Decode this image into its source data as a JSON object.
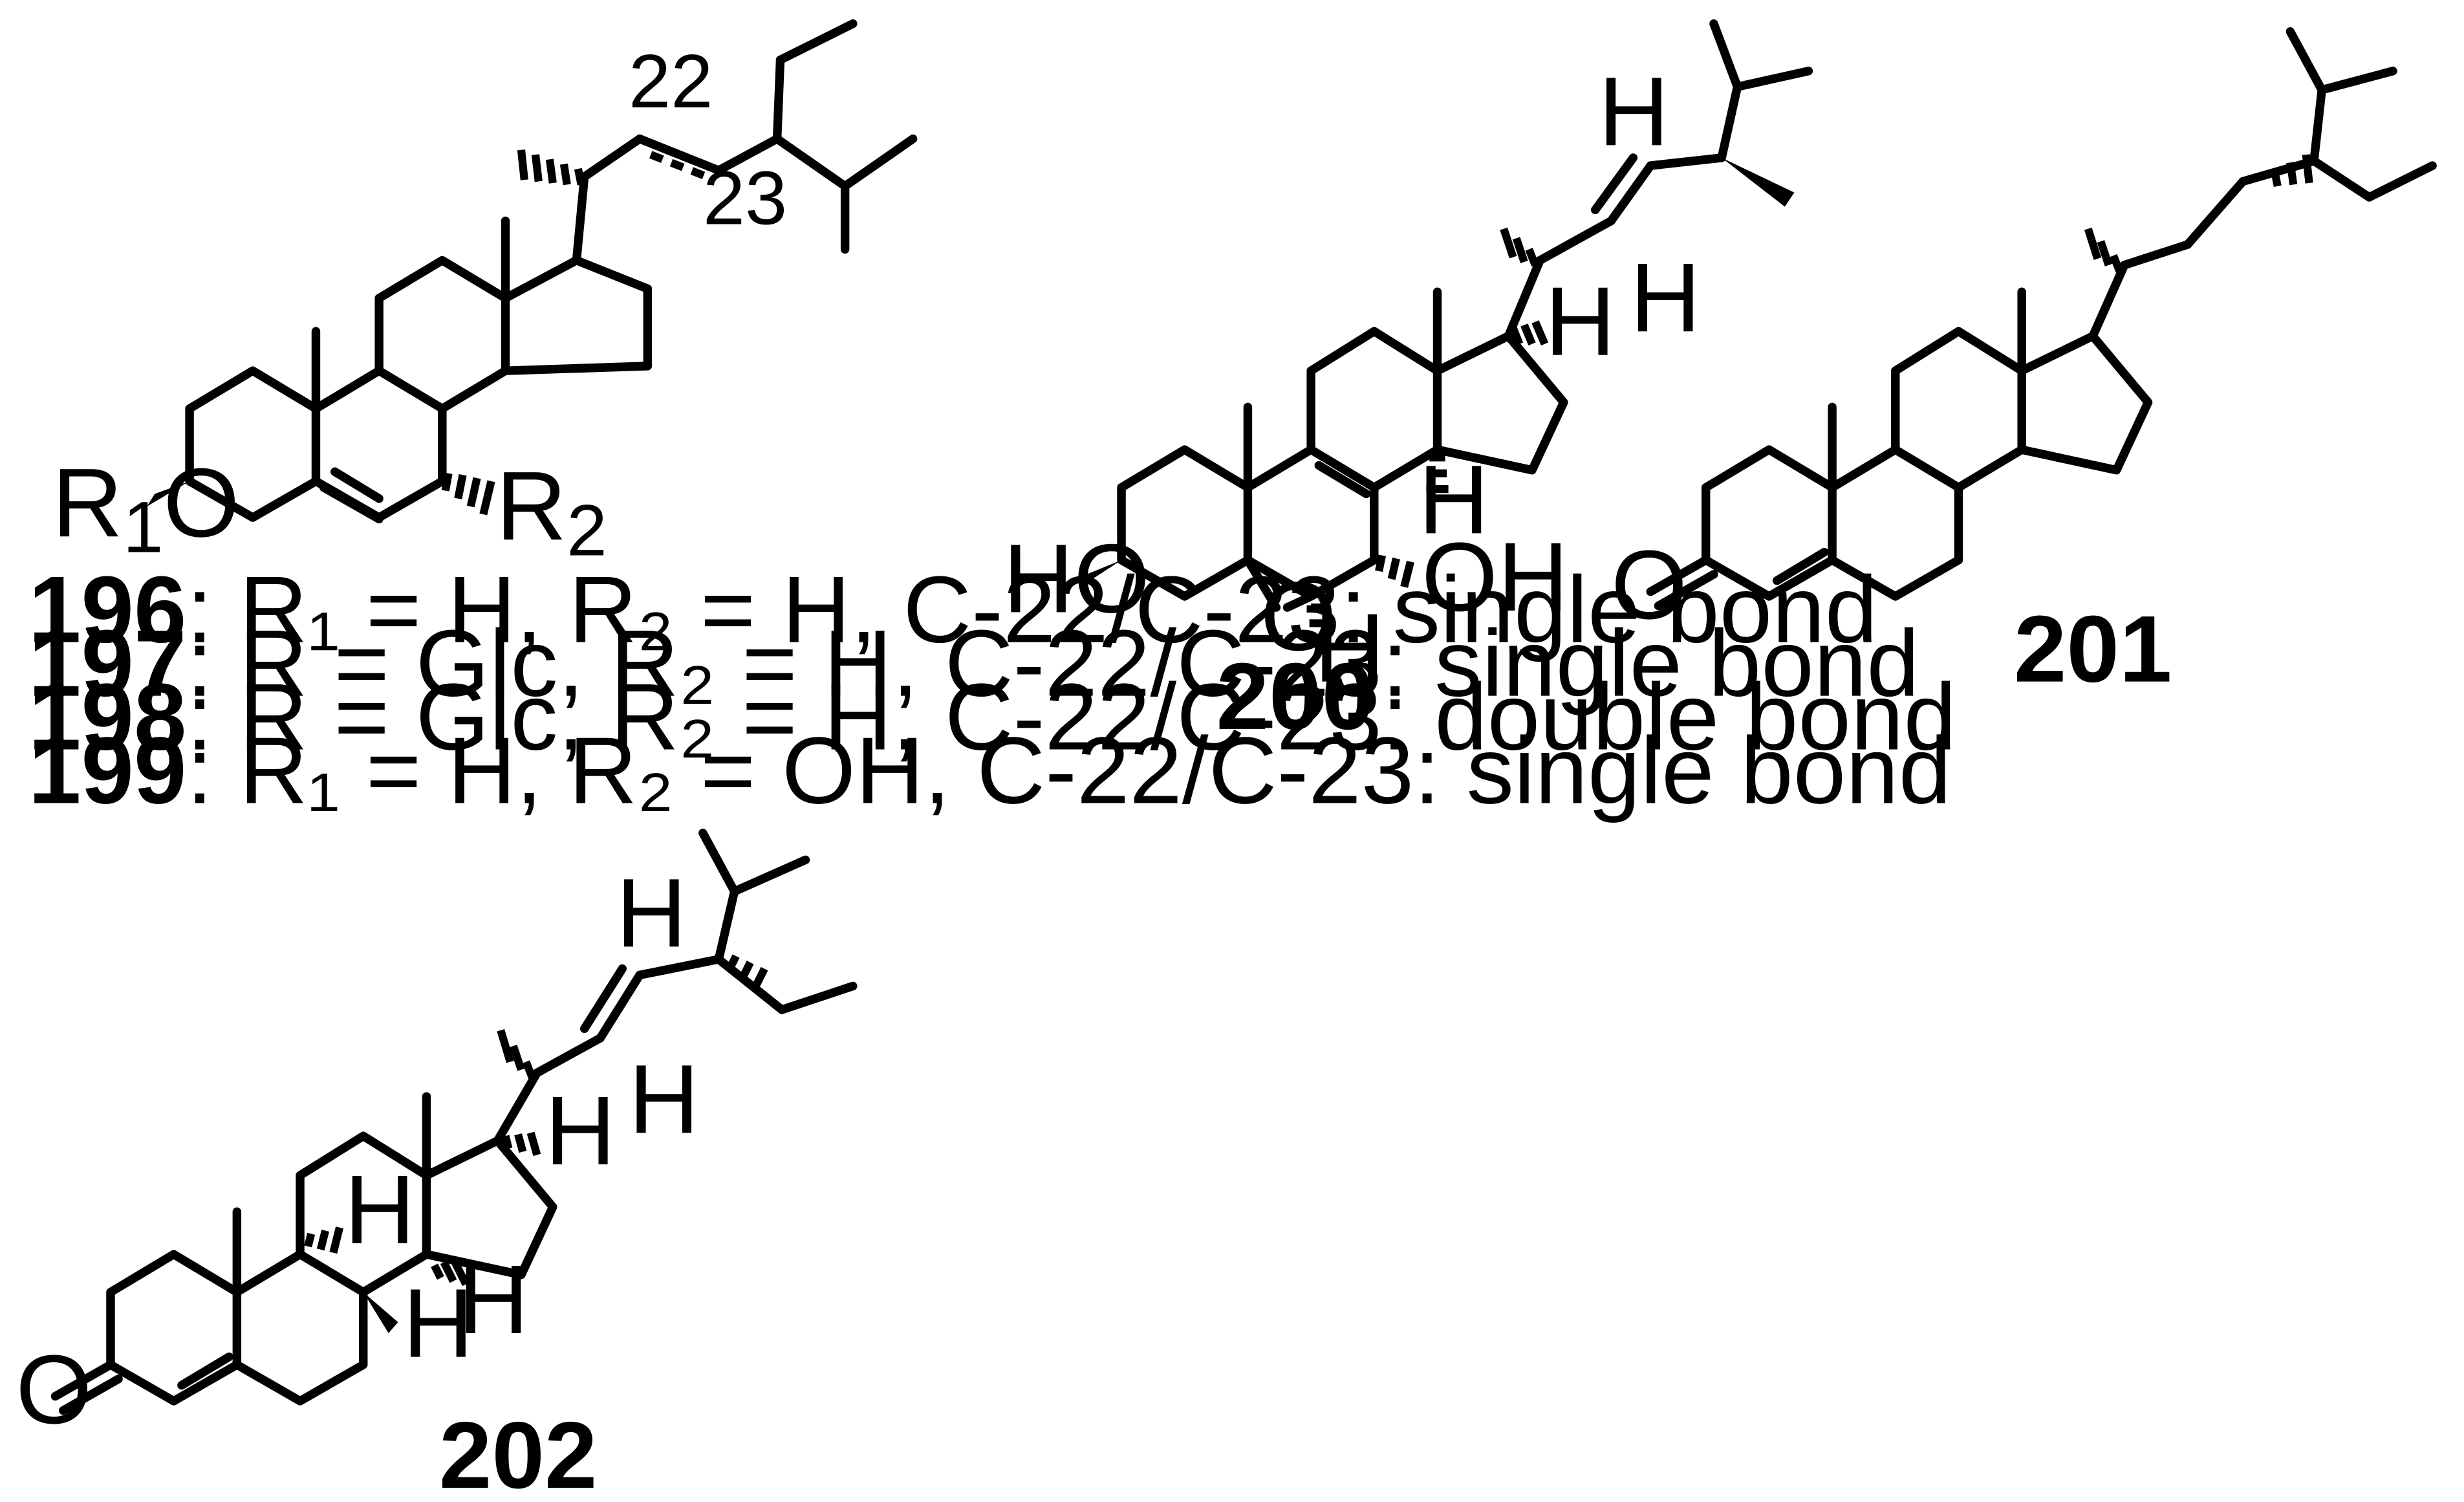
{
  "compounds": [
    {
      "number": "196",
      "text": ": R₁ = H, R₂ = H, C-22/C-23: single bond"
    },
    {
      "number": "197",
      "text": ": R = Glc, R₂ = H, C-22/C-23: single bond"
    },
    {
      "number": "198",
      "text": ": R = Glc, R₂ = H, C-22/C-23: double bond"
    },
    {
      "number": "199",
      "text": ": R₁ = H, R₂ = OH, C-22/C-23: single bond"
    }
  ],
  "labels": {
    "c22": "22",
    "c23": "23",
    "r1": "R",
    "r1_sub": "1",
    "r1_o": "O",
    "r2": "R",
    "r2_sub": "2",
    "ho": "HO",
    "oh": "OH",
    "o": "O",
    "h": "H",
    "n200": "200",
    "n201": "201",
    "n202": "202"
  }
}
